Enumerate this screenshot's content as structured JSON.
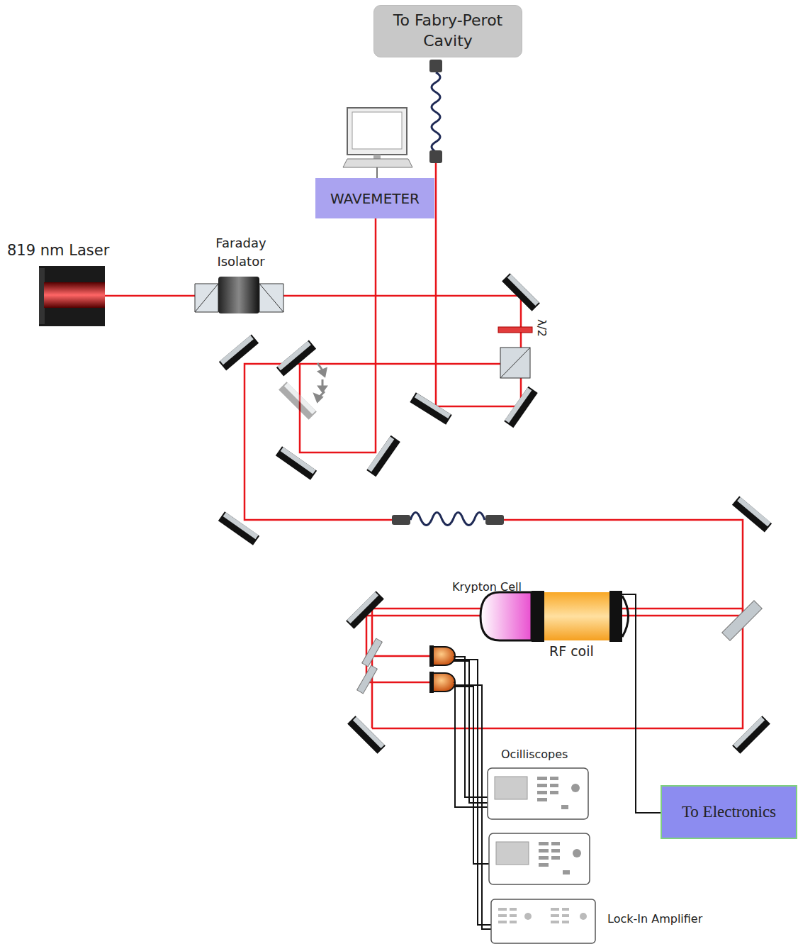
{
  "diagram": {
    "nodes": [
      {
        "text": [
          "To Fabry-Perot Cavity"
        ]
      },
      {
        "text": [
          "WAVEMETER"
        ]
      },
      {
        "text": [
          "To Electronics"
        ]
      }
    ],
    "labels": [
      "819 nm Laser",
      "Faraday Isolator",
      "λ/2",
      "Krypton Cell",
      "RF coil",
      "Ocilliscopes",
      "Lock-In Amplifier"
    ]
  }
}
